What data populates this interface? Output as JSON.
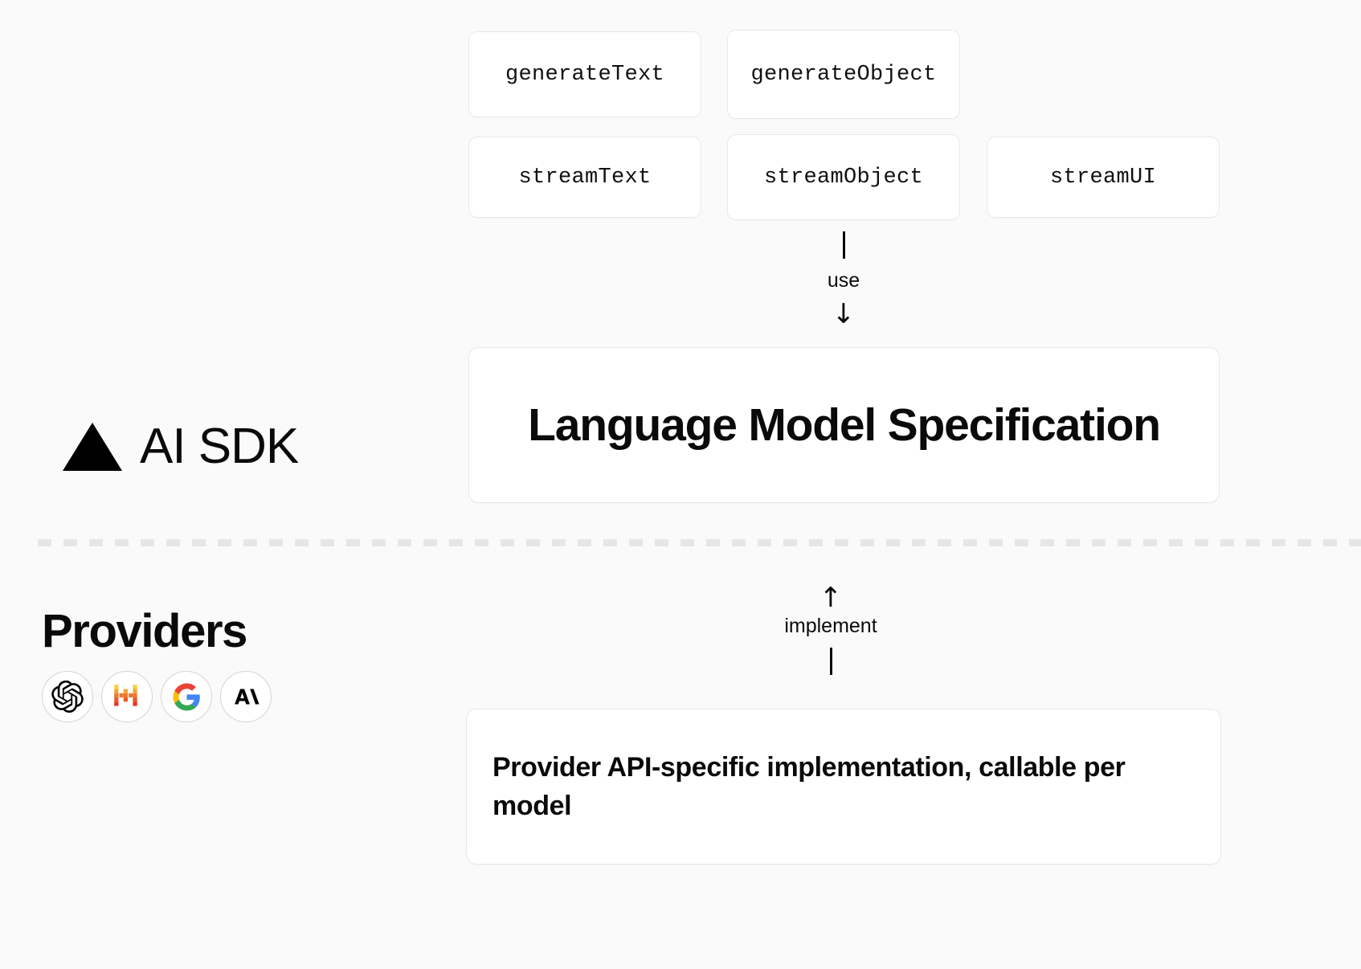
{
  "diagram": {
    "title": "AI SDK Language Model Specification architecture",
    "background_color": "#fafafa",
    "card_border_color": "#e8e8e8",
    "divider_color": "#e6e6e6"
  },
  "sdk_layer": {
    "brand_label": "AI SDK",
    "brand_icon": "vercel-triangle-icon",
    "functions": [
      {
        "name": "generateText",
        "icon": "code-function-icon"
      },
      {
        "name": "generateObject",
        "icon": "code-function-icon"
      },
      {
        "name": "streamText",
        "icon": "code-function-icon"
      },
      {
        "name": "streamObject",
        "icon": "code-function-icon"
      },
      {
        "name": "streamUI",
        "icon": "code-function-icon"
      }
    ],
    "spec_box_label": "Language Model Specification"
  },
  "connectors": {
    "use": {
      "label": "use",
      "arrow": "↓",
      "arrow_icon": "arrow-down-icon",
      "direction": "down"
    },
    "implement": {
      "label": "implement",
      "arrow": "↑",
      "arrow_icon": "arrow-up-icon",
      "direction": "up"
    }
  },
  "providers_layer": {
    "title": "Providers",
    "providers": [
      {
        "name": "OpenAI",
        "icon": "openai-logo-icon",
        "color": "#000000"
      },
      {
        "name": "Mistral",
        "icon": "mistral-logo-icon",
        "color": "#fa520f"
      },
      {
        "name": "Google",
        "icon": "google-logo-icon",
        "color": "#4285f4"
      },
      {
        "name": "Anthropic",
        "icon": "anthropic-logo-icon",
        "color": "#000000"
      }
    ],
    "implementation_box_label": "Provider API-specific implementation, callable per model"
  }
}
